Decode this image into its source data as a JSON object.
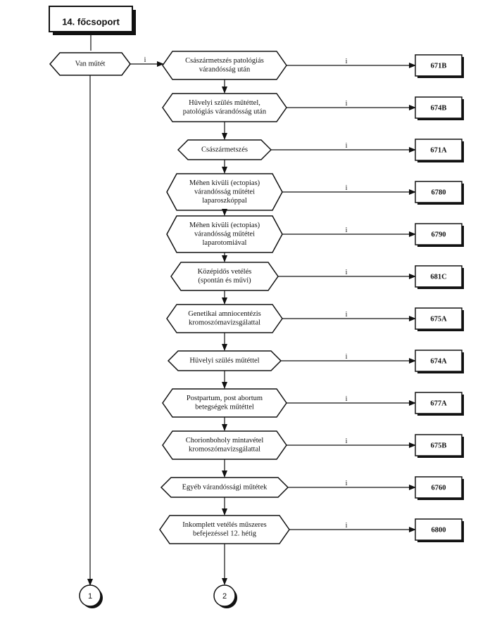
{
  "header": {
    "title": "14. főcsoport"
  },
  "start_node": {
    "label": "Van műtét"
  },
  "yes_label": "i",
  "nodes": [
    {
      "lines": [
        "Császármetszés patológiás",
        "várandósság után"
      ],
      "code": "671B"
    },
    {
      "lines": [
        "Hüvelyi szülés műtéttel,",
        "patológiás várandósság után"
      ],
      "code": "674B"
    },
    {
      "lines": [
        "Császármetszés"
      ],
      "code": "671A"
    },
    {
      "lines": [
        "Méhen kívüli (ectopias)",
        "várandósság műtétei",
        "laparoszkóppal"
      ],
      "code": "6780"
    },
    {
      "lines": [
        "Méhen kívüli (ectopias)",
        "várandósság műtétei",
        "laparotomiával"
      ],
      "code": "6790"
    },
    {
      "lines": [
        "Középidős vetélés",
        "(spontán és művi)"
      ],
      "code": "681C"
    },
    {
      "lines": [
        "Genetikai amniocentézis",
        "kromoszómavizsgálattal"
      ],
      "code": "675A"
    },
    {
      "lines": [
        "Hüvelyi szülés műtéttel"
      ],
      "code": "674A"
    },
    {
      "lines": [
        "Postpartum, post abortum",
        "betegségek műtéttel"
      ],
      "code": "677A"
    },
    {
      "lines": [
        "Chorionboholy mintavétel",
        "kromoszómavizsgálattal"
      ],
      "code": "675B"
    },
    {
      "lines": [
        "Egyéb várandóssági műtétek"
      ],
      "code": "6760"
    },
    {
      "lines": [
        "Inkomplett vetélés műszeres",
        "befejezéssel 12. hétig"
      ],
      "code": "6800"
    }
  ],
  "connectors": [
    "1",
    "2"
  ],
  "colors": {
    "stroke": "#111111",
    "fill": "#ffffff",
    "text": "#111111"
  }
}
